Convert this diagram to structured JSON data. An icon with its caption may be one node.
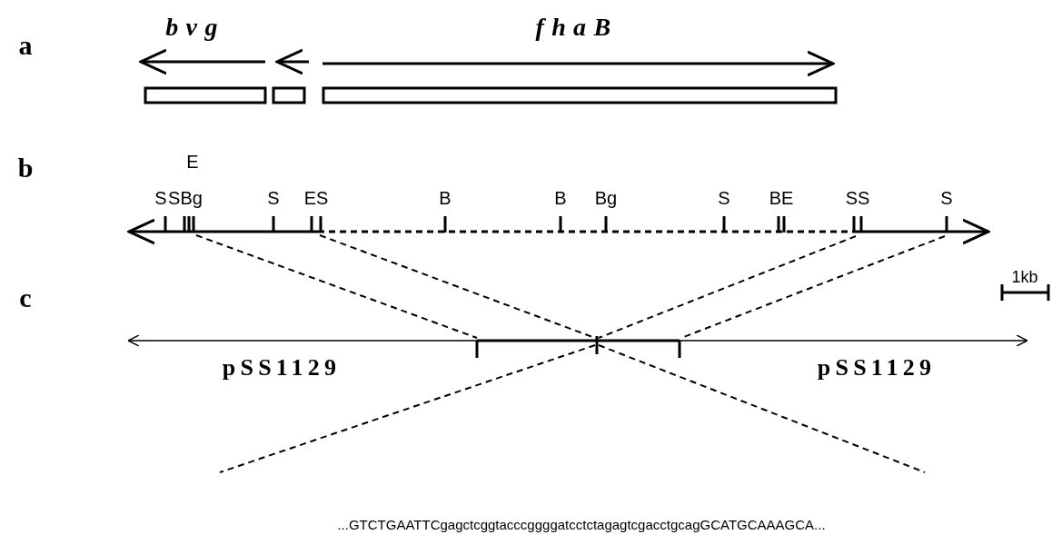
{
  "diagram": {
    "labels": [
      "bvg",
      "fhaB",
      "a",
      "E",
      "b",
      "S",
      "SBg",
      "S",
      "ES",
      "B",
      "B",
      "Bg",
      "S",
      "BE",
      "SS",
      "S",
      "1kb",
      "c",
      "pSS1129",
      "pSS1129",
      "...GTCTGAATTCgagctcggtacccggggatcctctagagtcgacctgcagGCATGCAAAGCA..."
    ]
  }
}
